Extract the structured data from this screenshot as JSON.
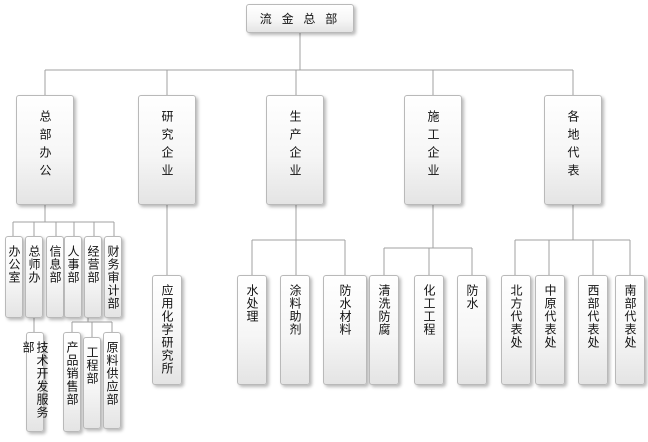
{
  "org": {
    "root": "流 金 总 部",
    "depts": {
      "general_office": "总部办公",
      "chem_research": "研究企业",
      "production": "生产企业",
      "construction": "施工企业",
      "regional": "各地代表"
    },
    "office_units": {
      "admin_office": "办公室",
      "president_office": "总师办",
      "info_dept": "信息部",
      "hr_dept": "人事部",
      "business_dept": "经营部",
      "finance_audit_dept": "财务审计部",
      "tech_service_dept": "技术开发服务部",
      "product_sales_dept": "产品销售部",
      "engineering_dept": "工程部",
      "material_supply_dept": "原料供应部"
    },
    "research_units": {
      "applied_chem_institute": "应用化学研究所"
    },
    "production_units": {
      "water_treatment": "水处理",
      "coating_aids": "涂料助剂",
      "waterproof_materials": "防水材料"
    },
    "construction_units": {
      "cleaning_anticorrosion": "清洗防腐",
      "chem_engineering": "化工工程",
      "waterproofing": "防水"
    },
    "regional_units": {
      "north_office": "北方代表处",
      "central_office": "中原代表处",
      "west_office": "西部代表处",
      "south_office": "南部代表处"
    }
  },
  "colors": {
    "connector": "#a0a0a0",
    "box_border": "#b9b9b9",
    "box_top": "#ffffff",
    "box_bottom": "#e4e4e4"
  }
}
